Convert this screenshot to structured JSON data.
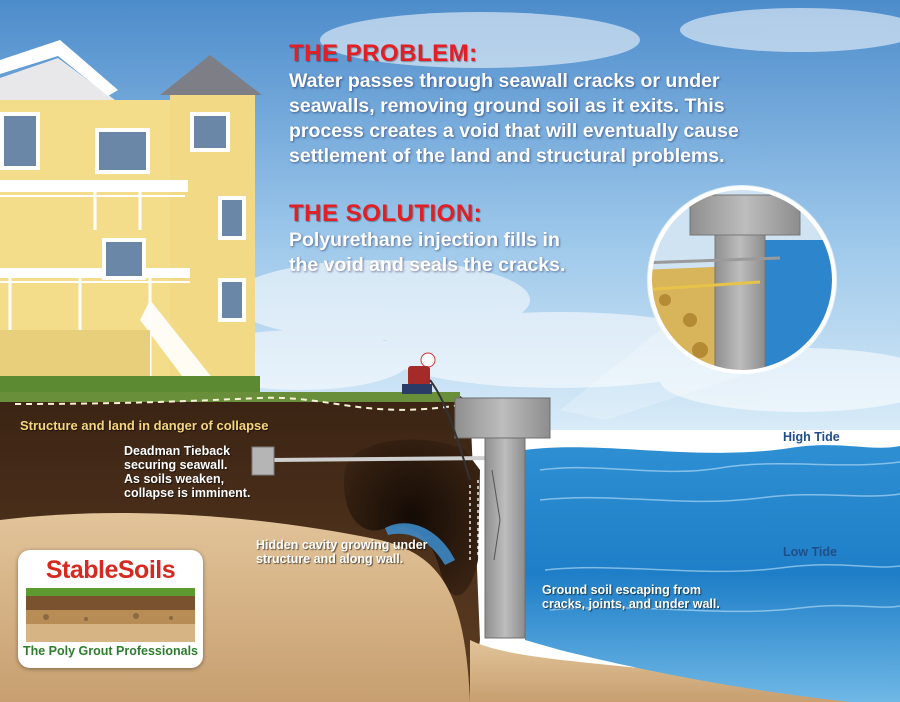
{
  "problem": {
    "heading": "THE PROBLEM:",
    "lines": [
      "Water passes through seawall cracks or under",
      "seawalls, removing ground soil as it exits. This",
      "process creates a void that will eventually cause",
      "settlement of the land and structural problems."
    ]
  },
  "solution": {
    "heading": "THE SOLUTION:",
    "lines": [
      "Polyurethane injection fills in",
      "the void and seals the cracks."
    ]
  },
  "labels": {
    "collapse": "Structure and land in danger of collapse",
    "tieback": [
      "Deadman Tieback",
      "securing seawall.",
      "As soils weaken,",
      "collapse is imminent."
    ],
    "cavity": [
      "Hidden cavity growing under",
      "structure and along wall."
    ],
    "escaping": [
      "Ground soil escaping from",
      "cracks, joints, and under wall."
    ],
    "high_tide": "High Tide",
    "low_tide": "Low Tide"
  },
  "logo": {
    "brand": "StableSoils",
    "tagline": "The Poly Grout Professionals"
  },
  "colors": {
    "heading_red": "#e31e24",
    "sky": "#7fb3e0",
    "water": "#1c78bd",
    "soil_dark": "#4a2f1b",
    "sand": "#d9b98c",
    "concrete": "#a9a9a9",
    "house": "#f3dc8a"
  }
}
